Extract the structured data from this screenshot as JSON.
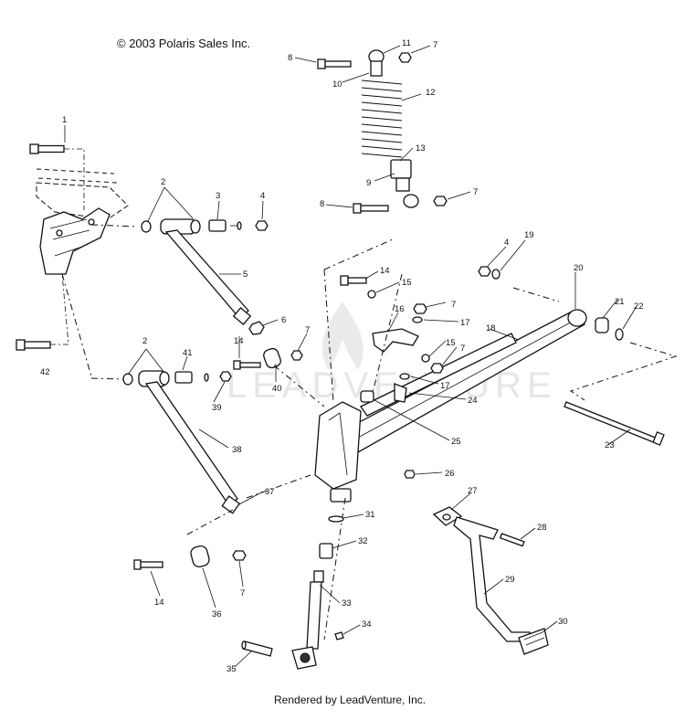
{
  "copyright": "© 2003 Polaris Sales Inc.",
  "footer": "Rendered by LeadVenture, Inc.",
  "watermark": "LEADVENTURE",
  "callouts": [
    {
      "label": "1"
    },
    {
      "label": "2"
    },
    {
      "label": "3"
    },
    {
      "label": "4"
    },
    {
      "label": "5"
    },
    {
      "label": "6"
    },
    {
      "label": "7"
    },
    {
      "label": "8"
    },
    {
      "label": "11"
    },
    {
      "label": "7"
    },
    {
      "label": "10"
    },
    {
      "label": "12"
    },
    {
      "label": "13"
    },
    {
      "label": "9"
    },
    {
      "label": "8"
    },
    {
      "label": "7"
    },
    {
      "label": "4"
    },
    {
      "label": "19"
    },
    {
      "label": "20"
    },
    {
      "label": "14"
    },
    {
      "label": "15"
    },
    {
      "label": "7"
    },
    {
      "label": "16"
    },
    {
      "label": "17"
    },
    {
      "label": "18"
    },
    {
      "label": "21"
    },
    {
      "label": "22"
    },
    {
      "label": "15"
    },
    {
      "label": "7"
    },
    {
      "label": "17"
    },
    {
      "label": "24"
    },
    {
      "label": "25"
    },
    {
      "label": "23"
    },
    {
      "label": "42"
    },
    {
      "label": "2"
    },
    {
      "label": "41"
    },
    {
      "label": "14"
    },
    {
      "label": "7"
    },
    {
      "label": "39"
    },
    {
      "label": "40"
    },
    {
      "label": "38"
    },
    {
      "label": "26"
    },
    {
      "label": "37"
    },
    {
      "label": "31"
    },
    {
      "label": "32"
    },
    {
      "label": "27"
    },
    {
      "label": "28"
    },
    {
      "label": "29"
    },
    {
      "label": "14"
    },
    {
      "label": "7"
    },
    {
      "label": "36"
    },
    {
      "label": "33"
    },
    {
      "label": "34"
    },
    {
      "label": "35"
    },
    {
      "label": "30"
    }
  ]
}
